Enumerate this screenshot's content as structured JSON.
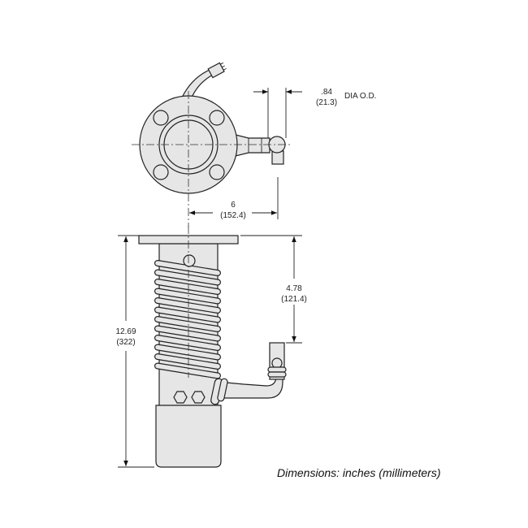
{
  "top_view": {
    "dia_value": ".84",
    "dia_mm": "(21.3)",
    "dia_label": "DIA O.D.",
    "offset_value": "6",
    "offset_mm": "(152.4)"
  },
  "side_view": {
    "height_value": "12.69",
    "height_mm": "(322)",
    "port_value": "4.78",
    "port_mm": "(121.4)"
  },
  "caption": "Dimensions: inches (millimeters)",
  "colors": {
    "fill": "#e6e6e6",
    "line": "#222222"
  }
}
